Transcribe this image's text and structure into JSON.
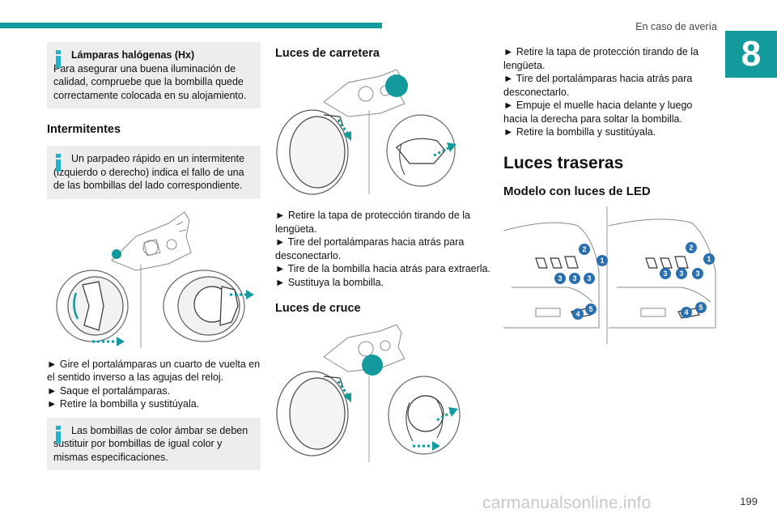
{
  "header": {
    "section_title": "En caso de avería",
    "chapter_number": "8"
  },
  "col1": {
    "halogen_box": {
      "title": "Lámparas halógenas (Hx)",
      "text": "Para asegurar una buena iluminación de calidad, compruebe que la bombilla quede correctamente colocada en su alojamiento."
    },
    "heading_intermitentes": "Intermitentes",
    "intermitentes_box": "Un parpadeo rápido en un intermitente (izquierdo o derecho) indica el fallo de una de las bombillas del lado correspondiente.",
    "steps": [
      "► Gire el portalámparas un cuarto de vuelta en el sentido inverso a las agujas del reloj.",
      "► Saque el portalámparas.",
      "► Retire la bombilla y sustitúyala."
    ],
    "amber_box": "Las bombillas de color ámbar se deben sustituir por bombillas de igual color y mismas especificaciones."
  },
  "col2": {
    "heading_carretera": "Luces de carretera",
    "steps": [
      "► Retire la tapa de protección tirando de la lengüeta.",
      "► Tire del portalámparas hacia atrás para desconectarlo.",
      "► Tire de la bombilla hacia atrás para extraerla.",
      "► Sustituya la bombilla."
    ],
    "heading_cruce": "Luces de cruce"
  },
  "col3": {
    "steps": [
      "► Retire la tapa de protección tirando de la lengüeta.",
      "► Tire del portalámparas hacia atrás para desconectarlo.",
      "► Empuje el muelle hacia delante y luego hacia la derecha para soltar la bombilla.",
      "► Retire la bombilla y sustitúyala."
    ],
    "heading_traseras": "Luces traseras",
    "heading_led": "Modelo con luces de LED",
    "callouts_left": [
      "2",
      "1",
      "3",
      "3",
      "3",
      "4",
      "5"
    ],
    "callouts_right": [
      "2",
      "1",
      "3",
      "3",
      "3",
      "4",
      "5"
    ]
  },
  "footer": {
    "page_number": "199",
    "watermark": "carmanualsonline.info"
  },
  "colors": {
    "accent": "#139a9c",
    "info_icon": "#1fb3c9",
    "box_bg": "#ededee",
    "arrow": "#139a9c",
    "callout": "#2a6fb0"
  }
}
